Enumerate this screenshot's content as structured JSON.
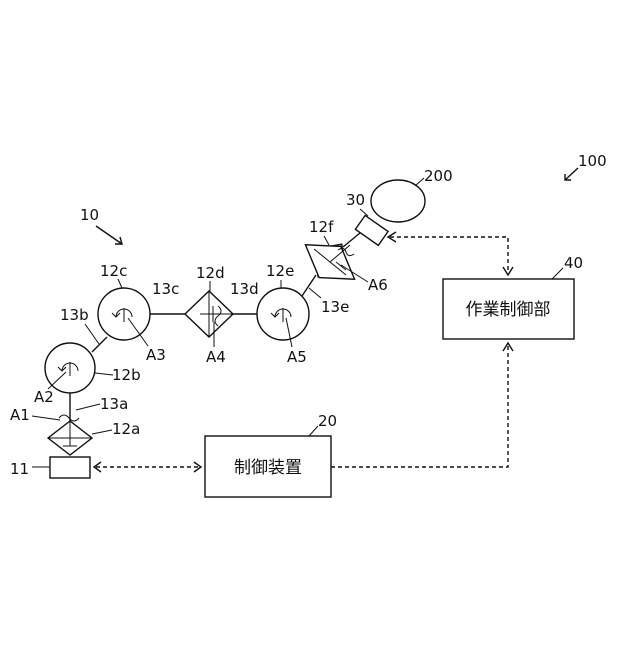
{
  "labels": {
    "sys": "100",
    "arm": "10",
    "base": "11",
    "j_a": "12a",
    "j_b": "12b",
    "j_c": "12c",
    "j_d": "12d",
    "j_e": "12e",
    "j_f": "12f",
    "l_a": "13a",
    "l_b": "13b",
    "l_c": "13c",
    "l_d": "13d",
    "l_e": "13e",
    "ax1": "A1",
    "ax2": "A2",
    "ax3": "A3",
    "ax4": "A4",
    "ax5": "A5",
    "ax6": "A6",
    "tool": "30",
    "work": "200",
    "ctrl_ref": "20",
    "task_ref": "40"
  },
  "boxes": {
    "controller": "制御装置",
    "task_controller": "作業制御部"
  }
}
